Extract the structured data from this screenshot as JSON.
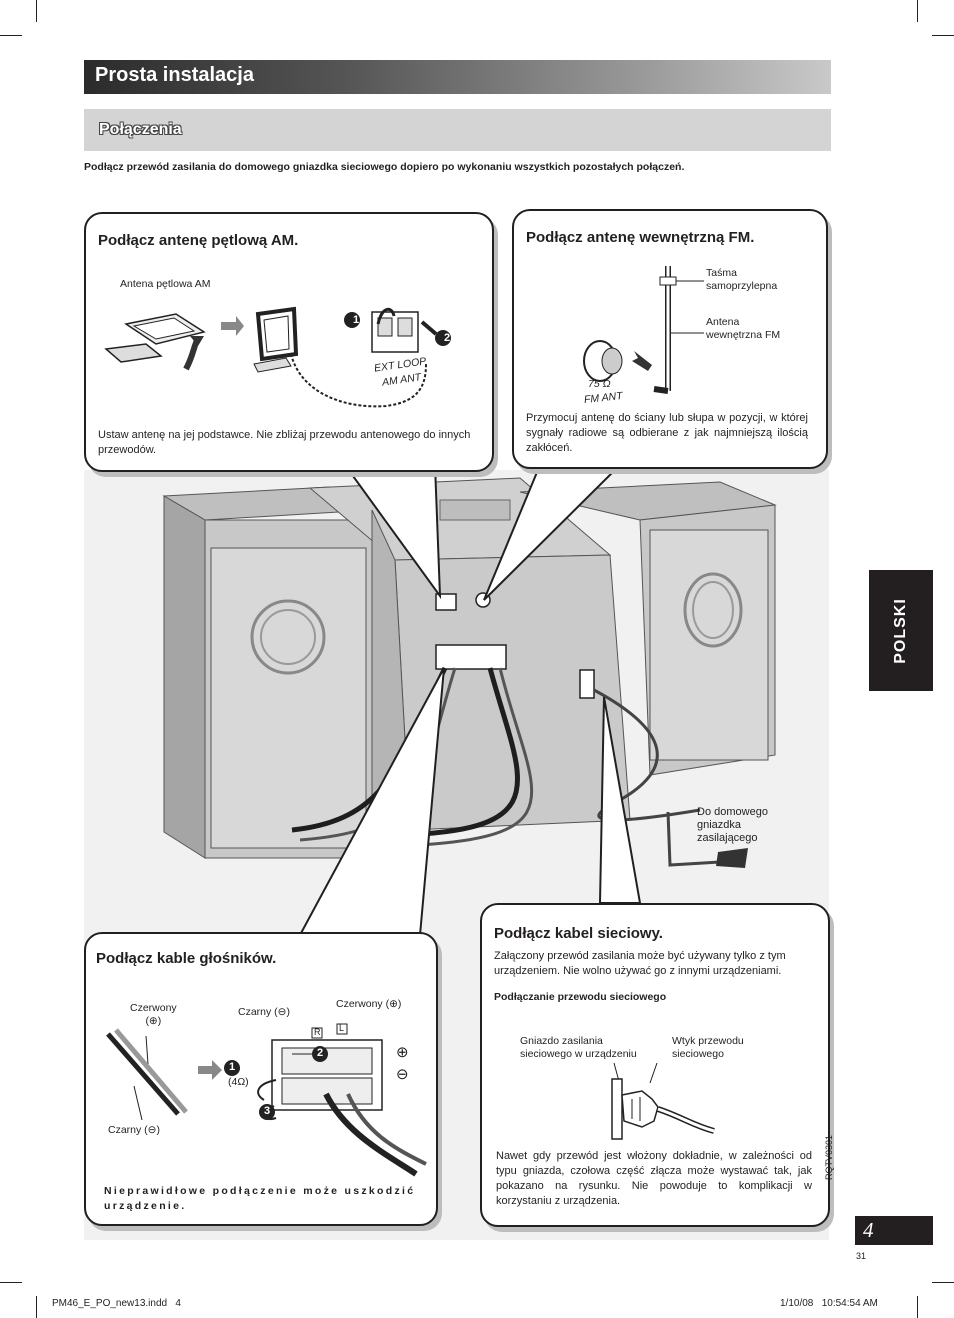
{
  "header": {
    "title": "Prosta instalacja",
    "section": "Połączenia"
  },
  "warning": "Podłącz przewód zasilania do domowego gniazdka sieciowego dopiero po wykonaniu wszystkich pozostałych połączeń.",
  "am_box": {
    "title": "Podłącz antenę pętlową AM.",
    "antenna_label": "Antena pętlowa AM",
    "terminal_ext": "EXT LOOP",
    "terminal_am": "AM ANT",
    "step1": "1",
    "step2": "2",
    "text": "Ustaw antenę na jej podstawce. Nie zbliżaj przewodu antenowego do innych przewodów."
  },
  "fm_box": {
    "title": "Podłącz antenę wewnętrzną FM.",
    "tape_label_1": "Taśma",
    "tape_label_2": "samoprzylepna",
    "antenna_label_1": "Antena",
    "antenna_label_2": "wewnętrzna FM",
    "ohm": "75 Ω",
    "terminal": "FM ANT",
    "text": "Przymocuj antenę do ściany lub słupa w pozycji, w której sygnały radiowe są odbierane z jak najmniejszą ilością zakłóceń."
  },
  "outlet_label_1": "Do domowego",
  "outlet_label_2": "gniazdka",
  "outlet_label_3": "zasilającego",
  "speaker_box": {
    "title": "Podłącz kable głośników.",
    "red_label_1": "Czerwony",
    "red_label_2": "(⊕)",
    "black_label": "Czarny (⊖)",
    "black_label_top": "Czarny (⊖)",
    "red_label_top": "Czerwony (⊕)",
    "r": "R",
    "l": "L",
    "plus": "⊕",
    "minus": "⊖",
    "ohm": "(4Ω)",
    "step1": "1",
    "step2": "2",
    "step3": "3",
    "warning": "Nieprawidłowe podłączenie może uszkodzić urządzenie."
  },
  "power_box": {
    "title": "Podłącz kabel sieciowy.",
    "text": "Załączony przewód zasilania może być używany tylko z tym urządzeniem. Nie wolno używać go z innymi urządzeniami.",
    "subheading": "Podłączanie przewodu sieciowego",
    "socket_label_1": "Gniazdo zasilania",
    "socket_label_2": "sieciowego w urządzeniu",
    "plug_label_1": "Wtyk przewodu",
    "plug_label_2": "sieciowego",
    "note": "Nawet gdy przewód jest włożony dokładnie, w zależności od typu gniazda, czołowa część złącza może wystawać tak, jak pokazano na rysunku. Nie powoduje to komplikacji w korzystaniu z urządzenia."
  },
  "side_tab": "POLSKI",
  "doc_code": "RQTV0301",
  "page_number": "4",
  "page_small": "31",
  "footer_left": "PM46_E_PO_new13.indd   4",
  "footer_right": "1/10/08   10:54:54 AM"
}
